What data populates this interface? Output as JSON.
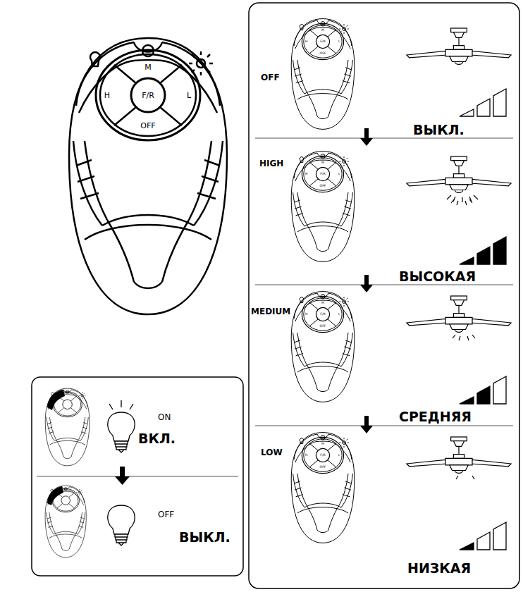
{
  "diagram": {
    "labels": [
      "M",
      "H",
      "F/R",
      "L",
      "OFF",
      "OFF",
      "M",
      "H",
      "F/R",
      "L",
      "OFF",
      "ВЫКЛ.",
      "HIGH",
      "M",
      "H",
      "F/R",
      "L",
      "OFF",
      "ВЫСОКАЯ",
      "MEDIUM",
      "M",
      "H",
      "F/R",
      "L",
      "OFF",
      "СРЕДНЯЯ",
      "LOW",
      "M",
      "H",
      "F/R",
      "L",
      "OFF",
      "НИЗКАЯ",
      "ON",
      "ВКЛ.",
      "OFF",
      "ВЫКЛ."
    ]
  }
}
